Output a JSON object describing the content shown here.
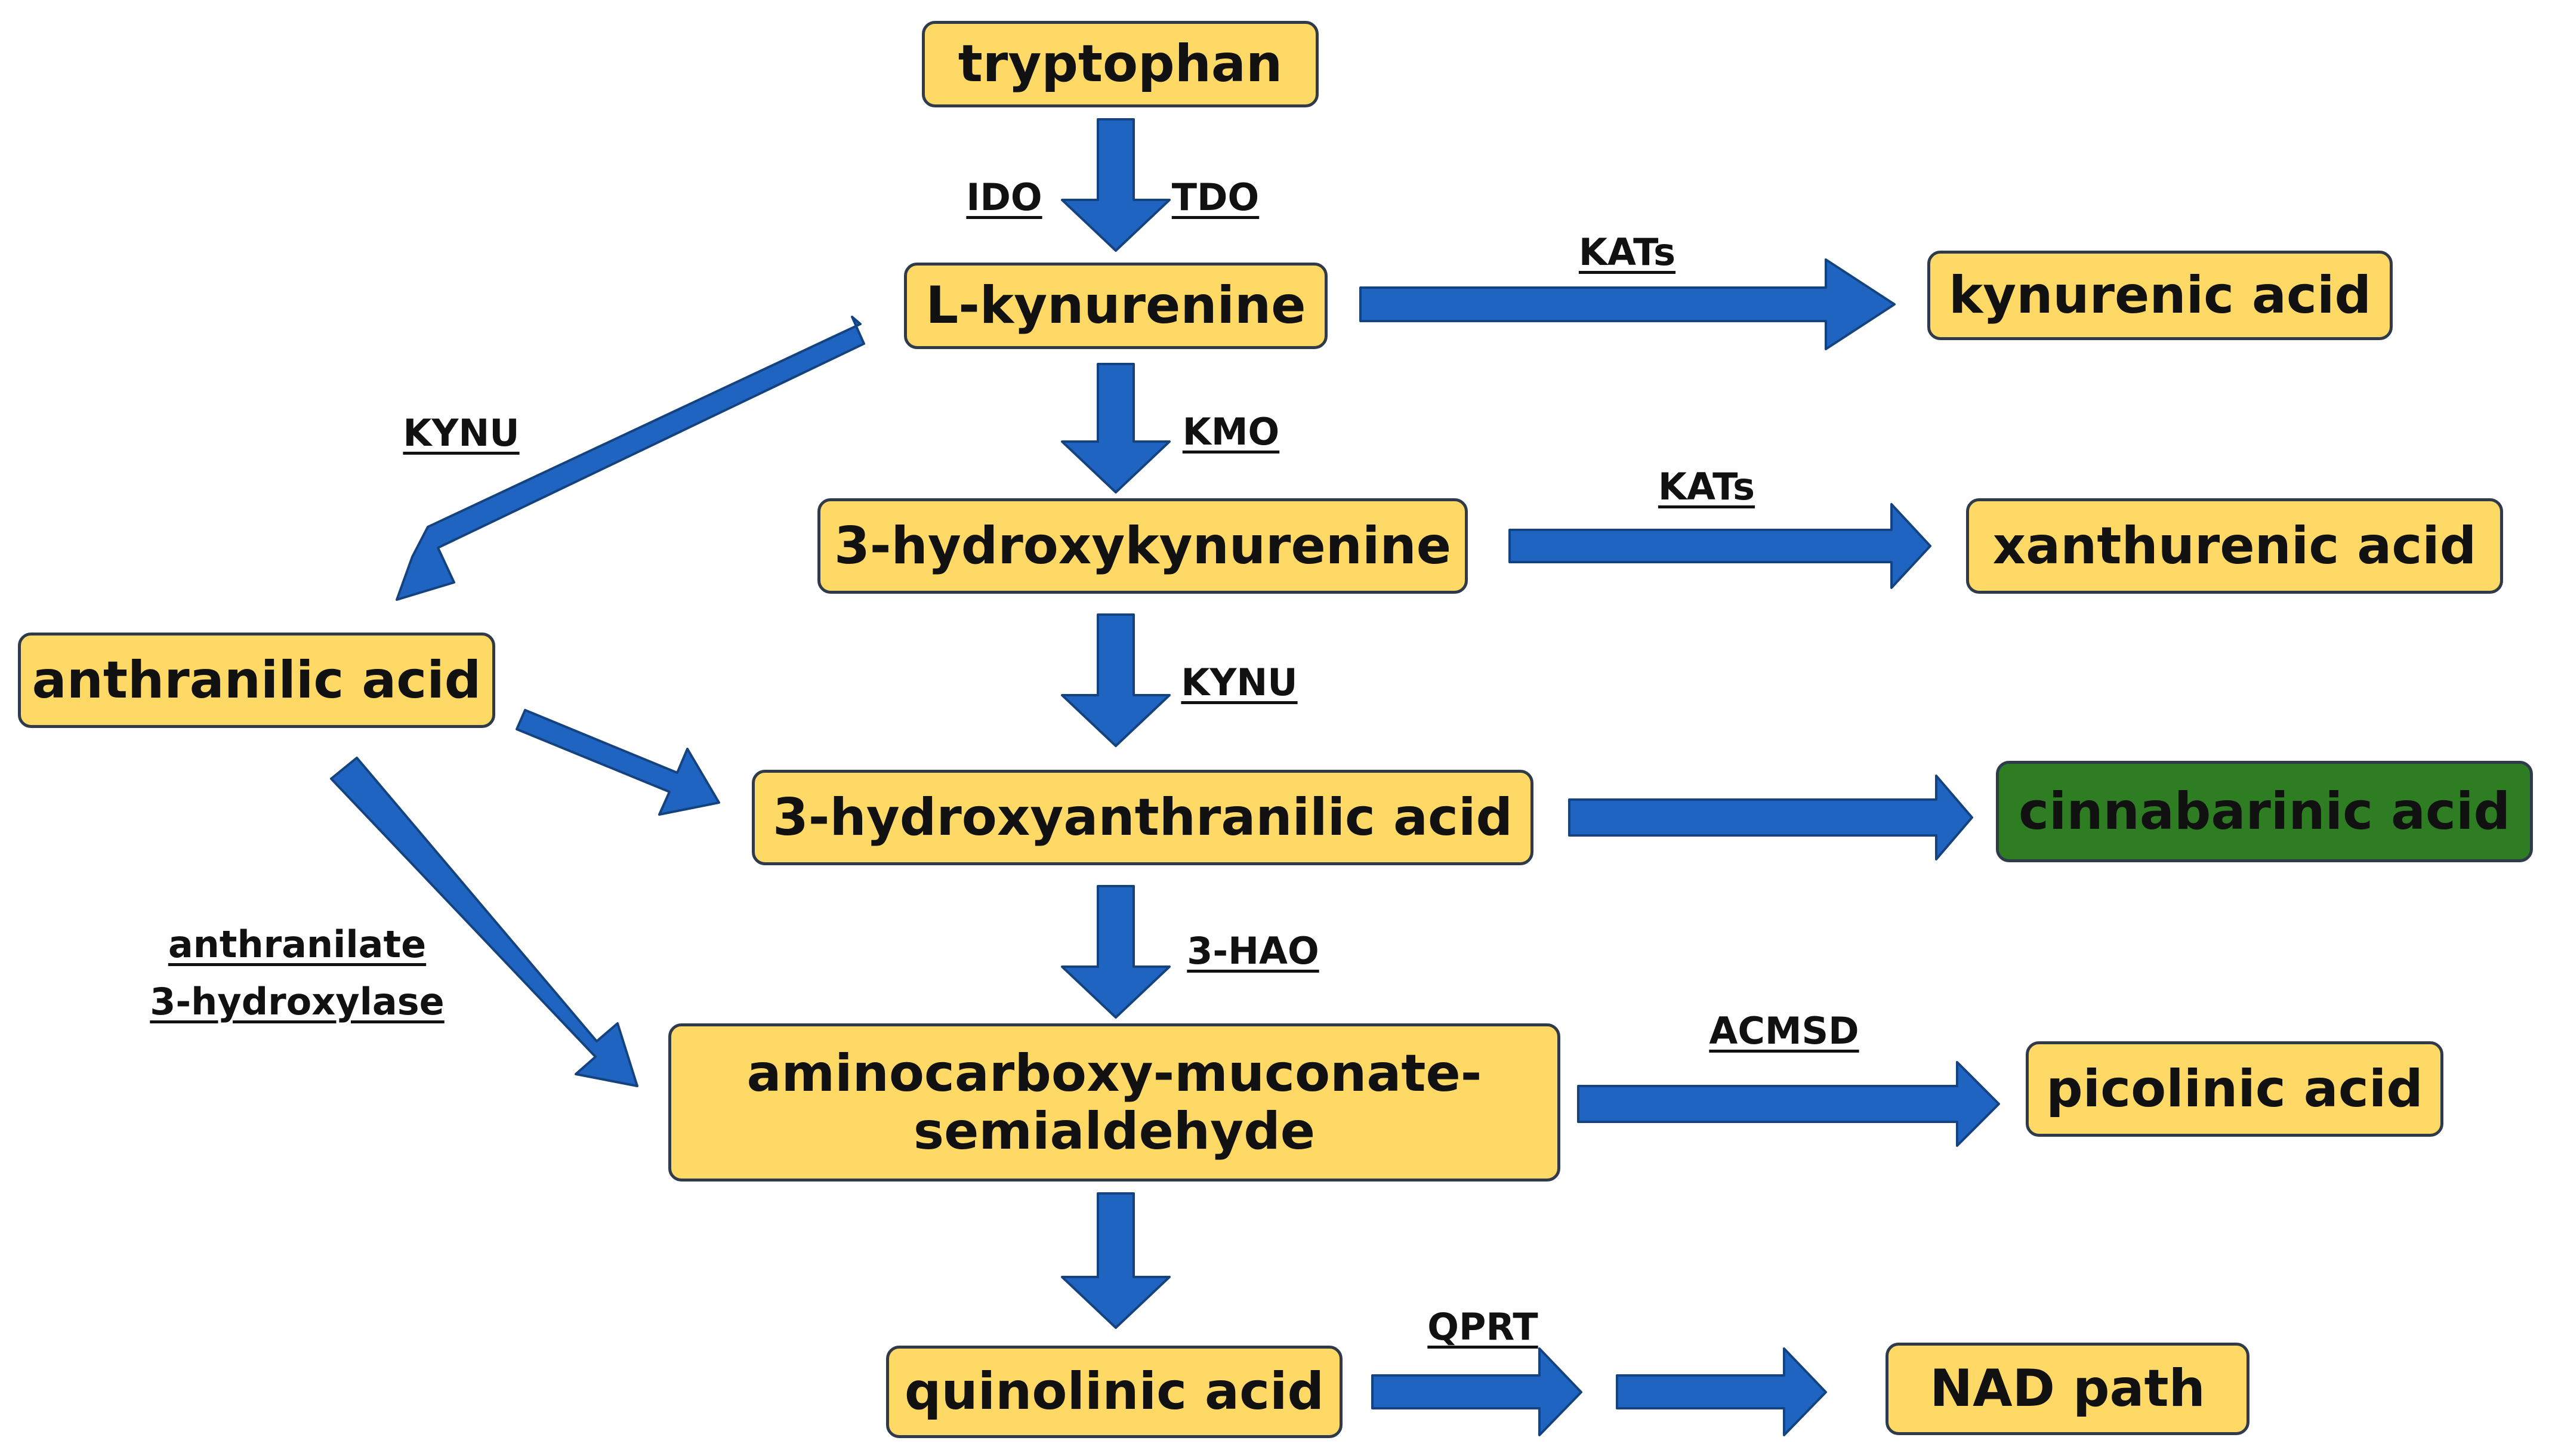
{
  "nodes": {
    "tryptophan": "tryptophan",
    "l_kynurenine": "L-kynurenine",
    "kynurenic_acid": "kynurenic acid",
    "hydroxykynurenine": "3-hydroxykynurenine",
    "xanthurenic_acid": "xanthurenic acid",
    "anthranilic_acid": "anthranilic acid",
    "hydroxyanthranilic_acid": "3-hydroxyanthranilic acid",
    "cinnabarinic_acid": "cinnabarinic acid",
    "acms_line1": "aminocarboxy-muconate-",
    "acms_line2": "semialdehyde",
    "picolinic_acid": "picolinic acid",
    "quinolinic_acid": "quinolinic acid",
    "nad_path": "NAD path"
  },
  "enzymes": {
    "ido": "IDO",
    "tdo": "TDO",
    "kats_1": "KATs",
    "kynu_left": "KYNU",
    "kmo": "KMO",
    "kats_2": "KATs",
    "kynu_center": "KYNU",
    "anthranilate_line1": "anthranilate",
    "anthranilate_line2": "3-hydroxylase",
    "hao": "3-HAO",
    "acmsd": "ACMSD",
    "qprt": "QPRT"
  },
  "colors": {
    "node_fill": "#ffd966",
    "node_fill_highlight": "#2e7d23",
    "node_border": "#2f3a4a",
    "arrow_fill": "#1f64c1",
    "arrow_border": "#14437f"
  }
}
